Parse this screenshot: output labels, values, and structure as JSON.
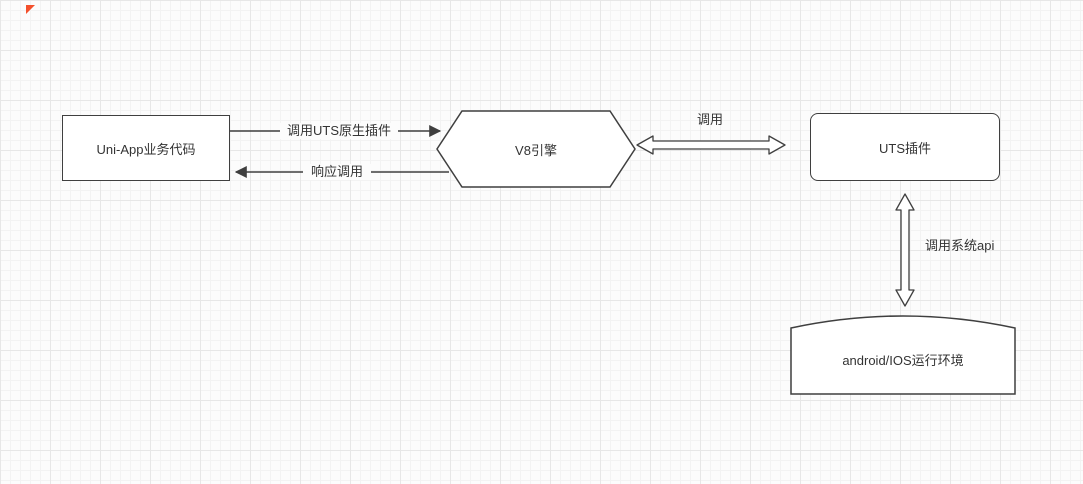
{
  "canvas": {
    "background": "#fcfcfc",
    "stroke_color": "#3f3f3f",
    "text_color": "#333333",
    "origin_marker_color": "#f4502c"
  },
  "nodes": {
    "uniapp": {
      "label": "Uni-App业务代码",
      "shape": "rectangle"
    },
    "v8": {
      "label": "V8引擎",
      "shape": "hexagon"
    },
    "uts": {
      "label": "UTS插件",
      "shape": "rounded-rectangle"
    },
    "runtime": {
      "label": "android/IOS运行环境",
      "shape": "arc-top-rectangle"
    }
  },
  "edges": {
    "call_plugin": {
      "label": "调用UTS原生插件",
      "from": "uniapp",
      "to": "v8",
      "type": "arrow"
    },
    "respond": {
      "label": "响应调用",
      "from": "v8",
      "to": "uniapp",
      "type": "arrow"
    },
    "call": {
      "label": "调用",
      "from": "v8",
      "to": "uts",
      "type": "double-hollow-arrow"
    },
    "call_system_api": {
      "label": "调用系统api",
      "from": "uts",
      "to": "runtime",
      "type": "double-hollow-arrow"
    }
  }
}
